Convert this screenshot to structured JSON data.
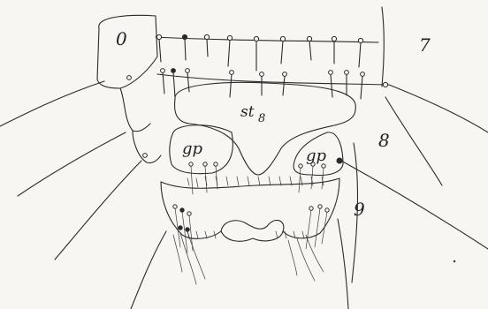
{
  "labels": {
    "seg_0": "0",
    "seg_7": "7",
    "seg_8": "8",
    "seg_9": "9",
    "sternite": "st",
    "sternite_sub": "8",
    "gonopore_left": "gp",
    "gonopore_right": "gp"
  },
  "colors": {
    "background": "#f7f6f2",
    "ink": "#2a2a2a"
  }
}
